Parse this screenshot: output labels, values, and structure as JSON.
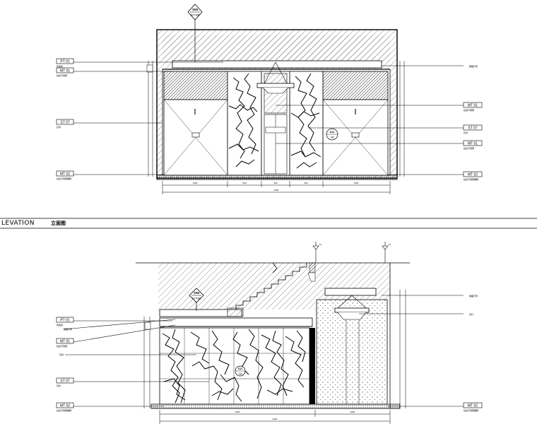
{
  "upper_elevation": {
    "section_tag": {
      "top": "S06",
      "bottom": "天花平面图"
    },
    "left_callouts": [
      {
        "code": "PT 01",
        "desc": "乳胶漆"
      },
      {
        "code": "MT 01",
        "desc": "拉丝不锈钢"
      },
      {
        "code": "ST 07",
        "desc": "石材"
      },
      {
        "code": "MT 02",
        "desc": "拉丝不锈钢踢脚"
      }
    ],
    "right_callouts": [
      {
        "code": "",
        "desc": "暗藏灯带"
      },
      {
        "code": "MT 01",
        "desc": "拉丝不锈钢"
      },
      {
        "code": "ST 07",
        "desc": "石材"
      },
      {
        "code": "MT 01",
        "desc": "拉丝不锈钢"
      },
      {
        "code": "MT 02",
        "desc": "拉丝不锈钢踢脚"
      }
    ],
    "ref_bubble": {
      "top": "S11",
      "bottom": "详图"
    },
    "dims_bottom": [
      "1500",
      "500",
      "300",
      "500",
      "1500"
    ],
    "dim_total": "4300"
  },
  "separator": {
    "title": "LEVATION",
    "subtitle": "立面图"
  },
  "lower_elevation": {
    "level_marks": [
      "FL",
      "FL"
    ],
    "section_tag": {
      "top": "S06",
      "bottom": "天花平面图"
    },
    "ref_bubble": {
      "top": "S11",
      "bottom": "详图"
    },
    "left_callouts": [
      {
        "code": "PT 01",
        "desc": "乳胶漆"
      },
      {
        "code": "",
        "desc": "暗藏灯带"
      },
      {
        "code": "MT 01",
        "desc": "拉丝不锈钢"
      },
      {
        "code": "",
        "desc": "石材"
      },
      {
        "code": "ST 07",
        "desc": "石材"
      },
      {
        "code": "MT 02",
        "desc": "拉丝不锈钢踢脚"
      }
    ],
    "right_callouts": [
      {
        "code": "",
        "desc": "暗藏灯带"
      },
      {
        "code": "",
        "desc": "吊灯"
      },
      {
        "code": "MT 02",
        "desc": "拉丝不锈钢踢脚"
      }
    ],
    "dims_bottom": [
      "4200",
      "2000"
    ],
    "dim_total": "6200"
  }
}
